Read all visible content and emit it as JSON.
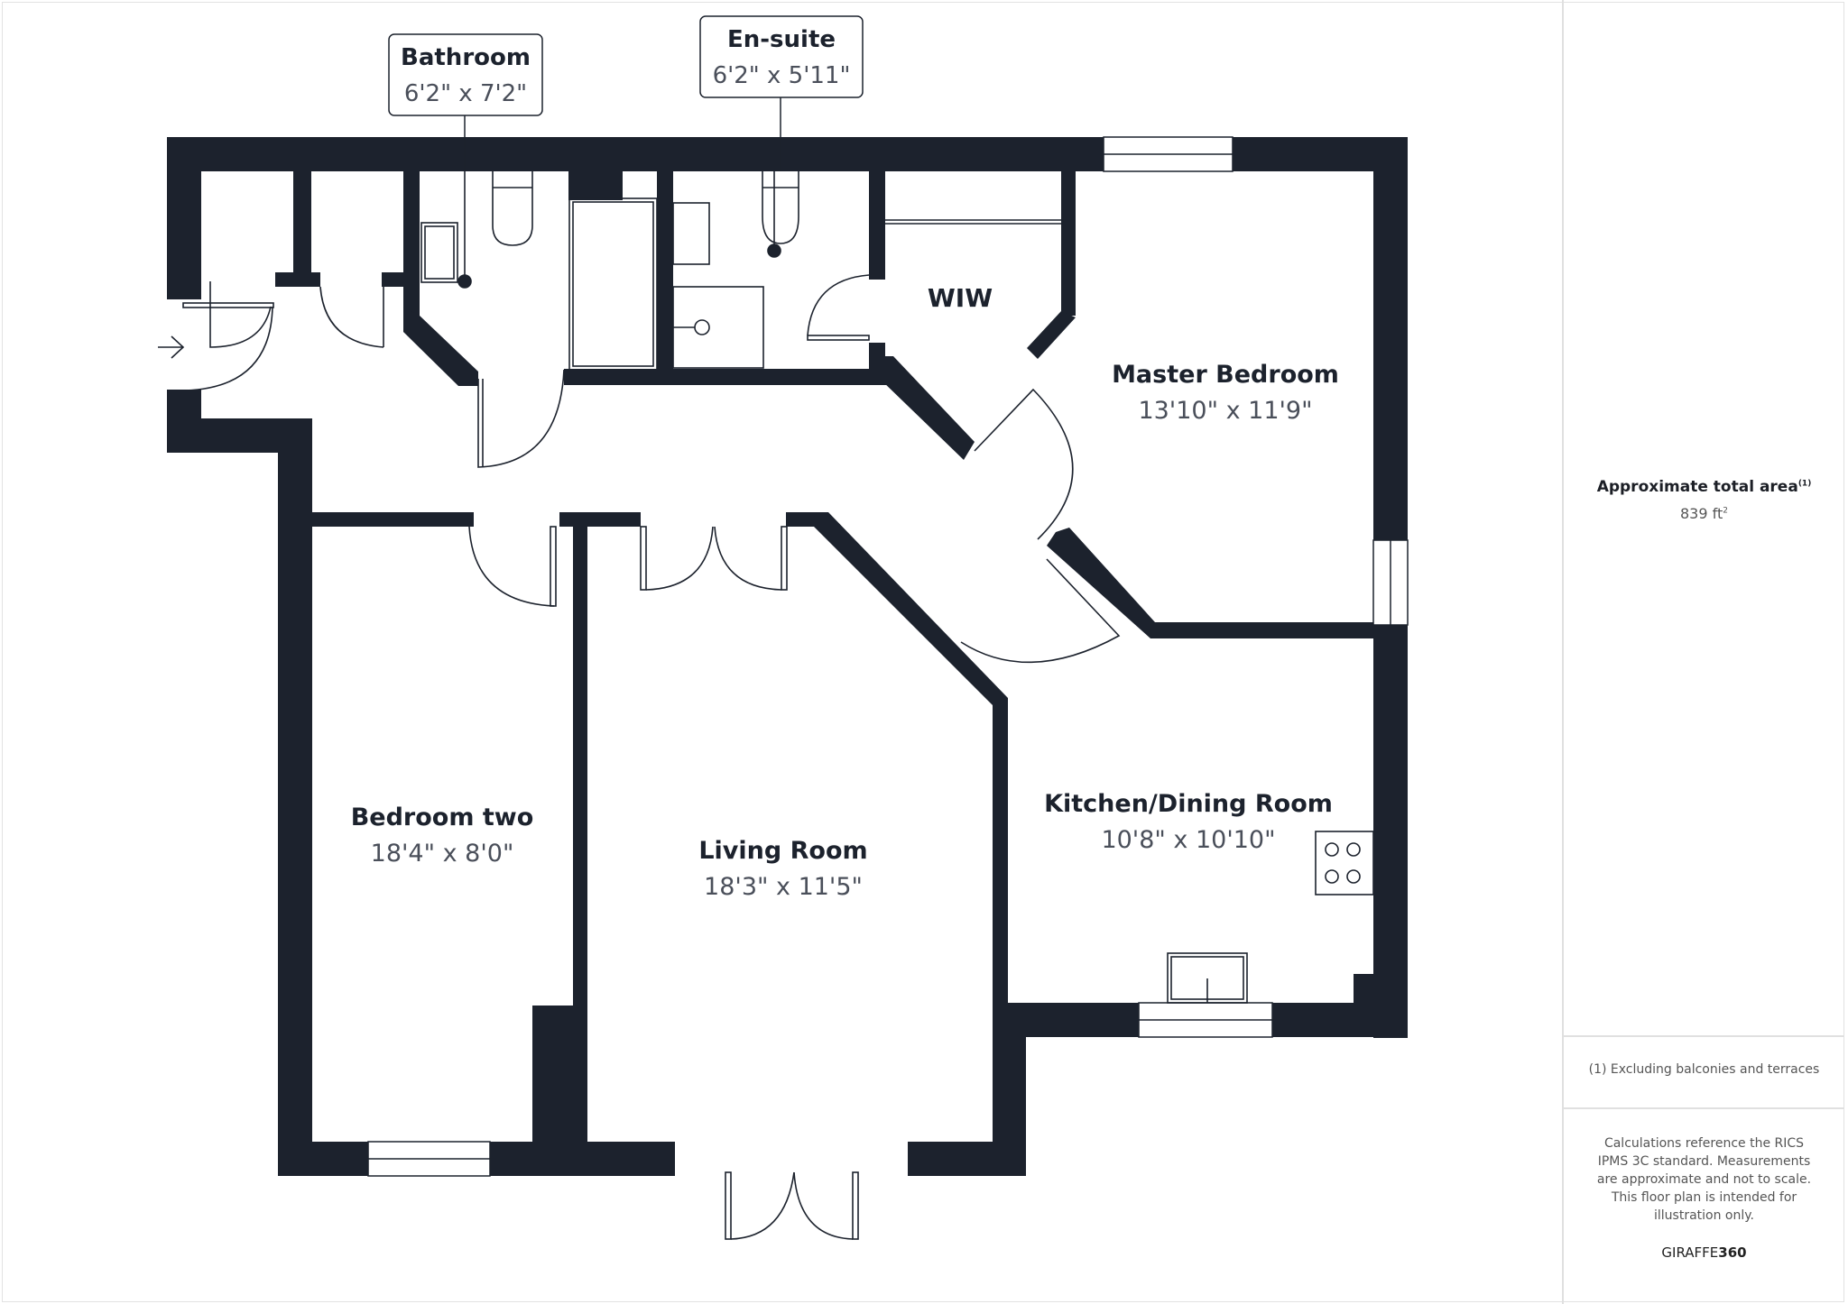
{
  "rooms": {
    "bathroom": {
      "name": "Bathroom",
      "dims": "6'2\" x 7'2\""
    },
    "ensuite": {
      "name": "En-suite",
      "dims": "6'2\" x 5'11\""
    },
    "wiw": {
      "name": "WIW"
    },
    "master_bedroom": {
      "name": "Master Bedroom",
      "dims": "13'10\" x 11'9\""
    },
    "bedroom_two": {
      "name": "Bedroom two",
      "dims": "18'4\" x 8'0\""
    },
    "living_room": {
      "name": "Living Room",
      "dims": "18'3\" x 11'5\""
    },
    "kitchen_dining": {
      "name": "Kitchen/Dining Room",
      "dims": "10'8\" x 10'10\""
    }
  },
  "sidebar": {
    "area_title": "Approximate total area",
    "area_footnote_mark": "(1)",
    "area_value": "839 ft",
    "area_unit_sup": "2",
    "footnote": "(1) Excluding balconies and terraces",
    "disclaimer": "Calculations reference the RICS IPMS 3C standard. Measurements are approximate and not to scale. This floor plan is intended for illustration only.",
    "brand_light": "GIRAFFE",
    "brand_bold": "360"
  },
  "colors": {
    "wall": "#1c222d",
    "label_name": "#1c222d",
    "label_dims": "#4a4f5a",
    "border": "#e0e0e0"
  },
  "icons": {
    "entrance": "entrance-arrow-icon"
  }
}
